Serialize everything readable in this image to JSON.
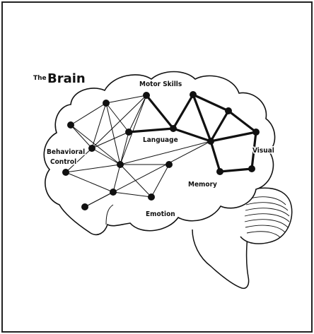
{
  "title": {
    "prefix": "The",
    "main": "Brain"
  },
  "labels": {
    "motor_skills": "Motor Skills",
    "language": "Language",
    "behavioral": "Behavioral",
    "control": "Control",
    "visual": "Visual",
    "memory": "Memory",
    "emotion": "Emotion"
  },
  "colors": {
    "ink": "#111111",
    "background": "#ffffff",
    "frame": "#222222"
  }
}
